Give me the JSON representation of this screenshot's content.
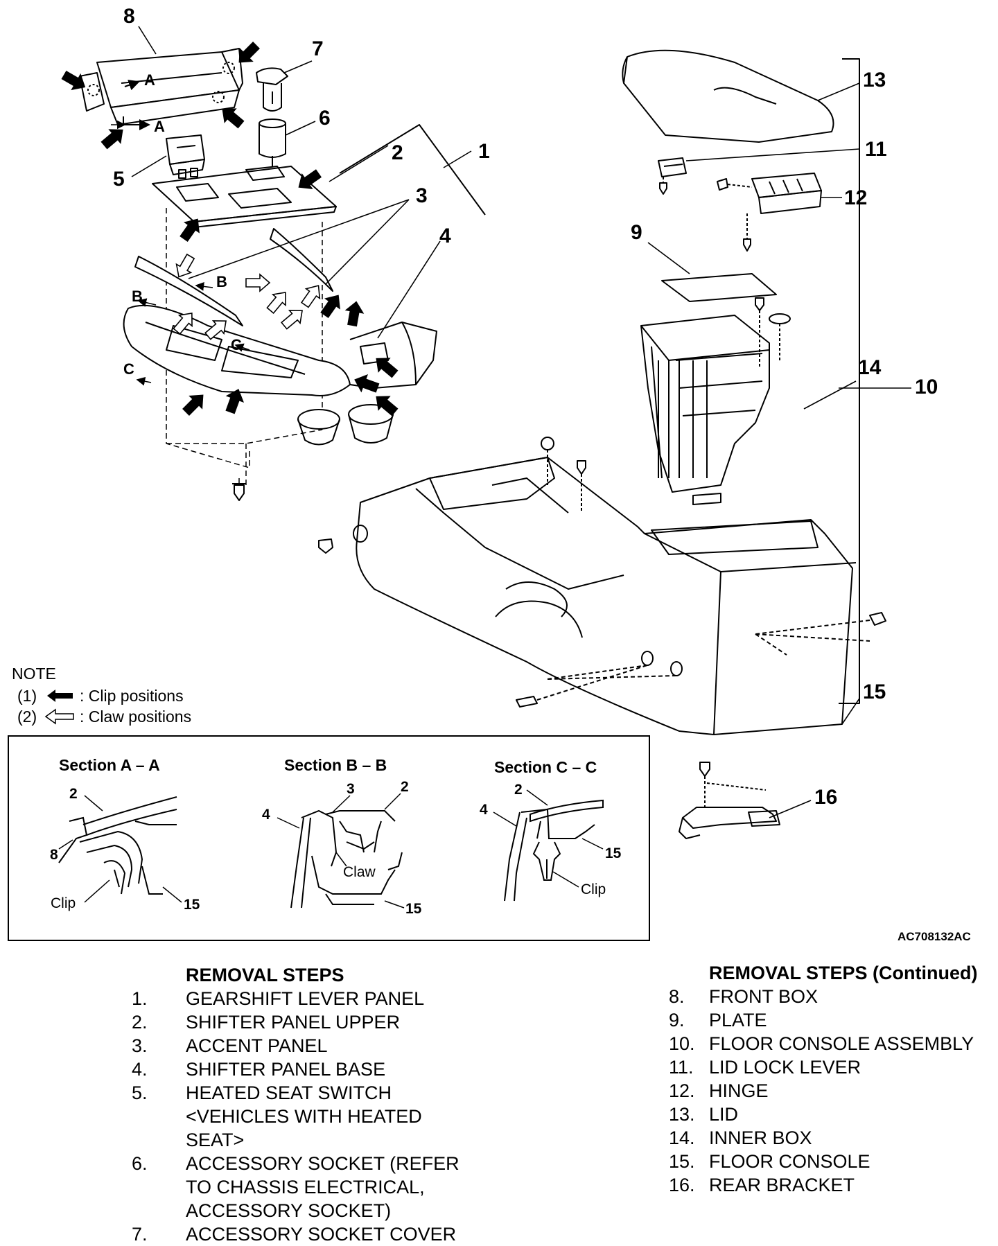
{
  "callouts": [
    "1",
    "2",
    "3",
    "4",
    "5",
    "6",
    "7",
    "8",
    "9",
    "10",
    "11",
    "12",
    "13",
    "14",
    "15",
    "16"
  ],
  "section_marks": {
    "a": "A",
    "b": "B",
    "c": "C"
  },
  "note": {
    "title": "NOTE",
    "item1_num": "(1)",
    "item1_text": ": Clip positions",
    "item2_num": "(2)",
    "item2_text": ": Claw positions"
  },
  "sections": [
    {
      "title": "Section A – A",
      "labels": {
        "l2": "2",
        "l8": "8",
        "l15": "15",
        "clip": "Clip"
      }
    },
    {
      "title": "Section B – B",
      "labels": {
        "l3": "3",
        "l2": "2",
        "l4": "4",
        "claw": "Claw",
        "l15": "15"
      }
    },
    {
      "title": "Section C – C",
      "labels": {
        "l2": "2",
        "l4": "4",
        "l15": "15",
        "clip": "Clip"
      }
    }
  ],
  "figure_code": "AC708132AC",
  "removal_steps": {
    "title": "REMOVAL STEPS",
    "items": [
      {
        "num": "1.",
        "text": "GEARSHIFT LEVER PANEL"
      },
      {
        "num": "2.",
        "text": "SHIFTER PANEL UPPER"
      },
      {
        "num": "3.",
        "text": "ACCENT PANEL"
      },
      {
        "num": "4.",
        "text": "SHIFTER PANEL BASE"
      },
      {
        "num": "5.",
        "text": "HEATED SEAT SWITCH\n<VEHICLES WITH HEATED\nSEAT>"
      },
      {
        "num": "6.",
        "text": "ACCESSORY SOCKET (REFER\nTO CHASSIS ELECTRICAL,\nACCESSORY SOCKET)"
      },
      {
        "num": "7.",
        "text": "ACCESSORY SOCKET COVER"
      }
    ]
  },
  "removal_steps_continued": {
    "title": "REMOVAL STEPS (Continued)",
    "items": [
      {
        "num": "8.",
        "text": "FRONT BOX"
      },
      {
        "num": "9.",
        "text": "PLATE"
      },
      {
        "num": "10.",
        "text": "FLOOR CONSOLE ASSEMBLY"
      },
      {
        "num": "11.",
        "text": "LID LOCK LEVER"
      },
      {
        "num": "12.",
        "text": "HINGE"
      },
      {
        "num": "13.",
        "text": "LID"
      },
      {
        "num": "14.",
        "text": "INNER BOX"
      },
      {
        "num": "15.",
        "text": "FLOOR CONSOLE"
      },
      {
        "num": "16.",
        "text": "REAR BRACKET"
      }
    ]
  }
}
